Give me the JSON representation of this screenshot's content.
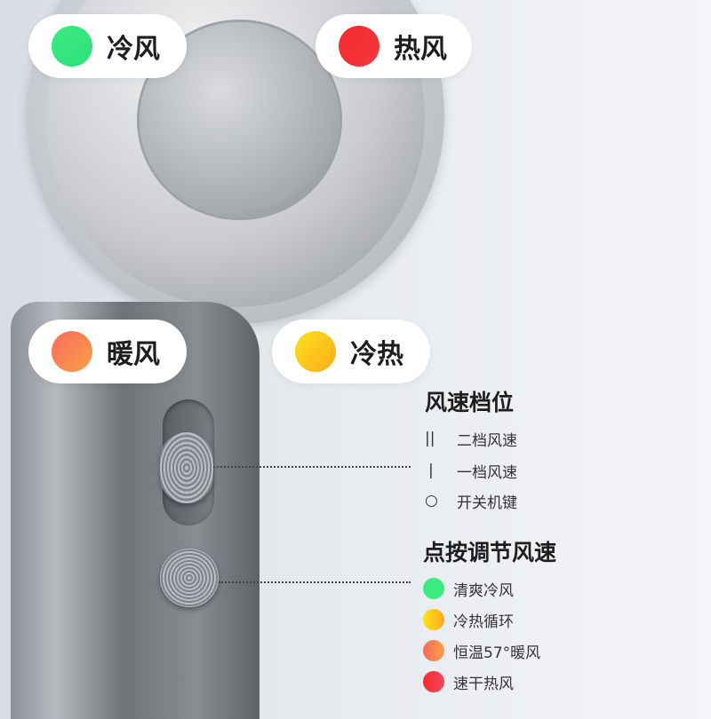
{
  "badges": [
    {
      "label": "冷风",
      "color": "#3be97f"
    },
    {
      "label": "热风",
      "color": "#f3292c"
    },
    {
      "label": "暖风",
      "color": "#f98a53"
    },
    {
      "label": "冷热",
      "color": "#fdc51b"
    }
  ],
  "speed_section": {
    "title": "风速档位",
    "items": [
      {
        "symbol": "||",
        "label": "二档风速"
      },
      {
        "symbol": "|",
        "label": "一档风速"
      },
      {
        "symbol": "○",
        "label": "开关机键"
      }
    ]
  },
  "press_section": {
    "title": "点按调节风速",
    "items": [
      {
        "label": "清爽冷风",
        "color": "#3bea80"
      },
      {
        "label": "冷热循环",
        "color": "#fdc61a"
      },
      {
        "label": "恒温57°暖风",
        "color": "#f98a53"
      },
      {
        "label": "速干热风",
        "color": "#f3303a"
      }
    ]
  }
}
